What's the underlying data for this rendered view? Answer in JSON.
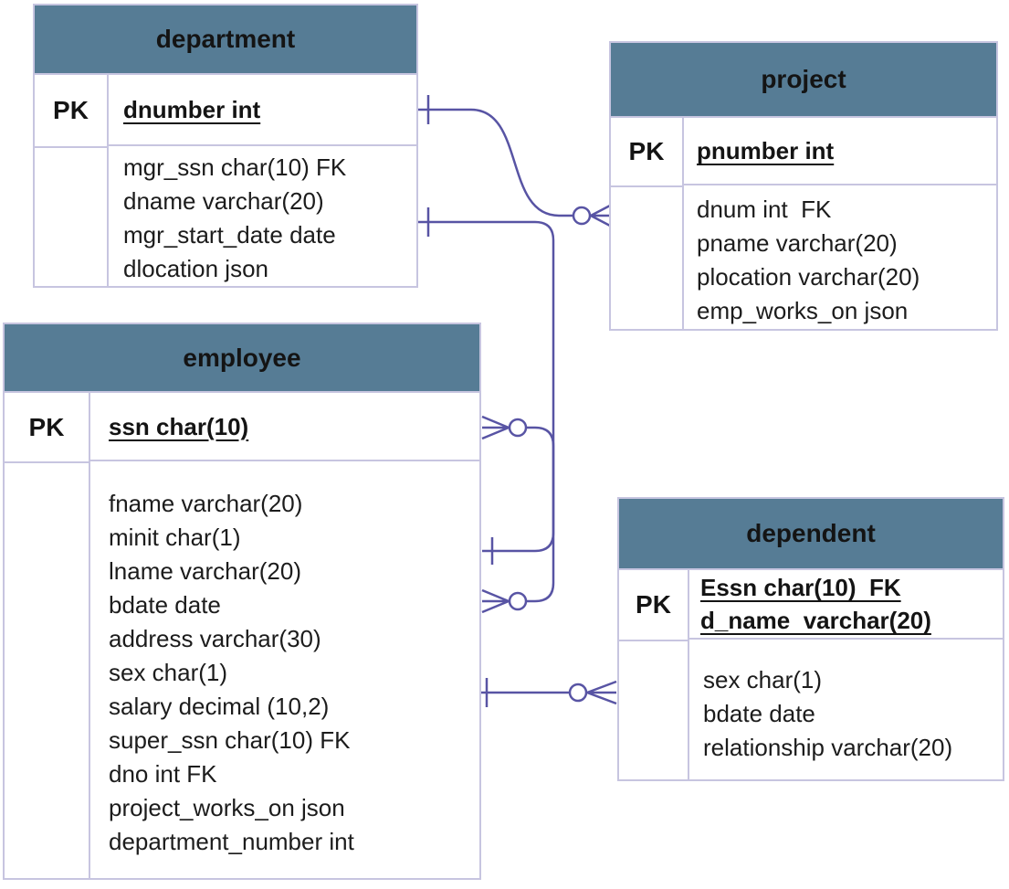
{
  "diagram": {
    "type": "entity-relationship",
    "notation": "crow's foot",
    "colors": {
      "header_fill": "#567c95",
      "table_border": "#c7c5e0",
      "connector": "#5854a4",
      "text": "#1c1c1c",
      "background": "#ffffff"
    },
    "tables": [
      {
        "name": "department",
        "pk_label": "PK",
        "pk_fields": [
          "dnumber int"
        ],
        "fields": [
          "mgr_ssn char(10) FK",
          "dname varchar(20)",
          "mgr_start_date date",
          "dlocation json"
        ]
      },
      {
        "name": "project",
        "pk_label": "PK",
        "pk_fields": [
          "pnumber int"
        ],
        "fields": [
          "dnum int  FK",
          "pname varchar(20)",
          "plocation varchar(20)",
          "emp_works_on json"
        ]
      },
      {
        "name": "employee",
        "pk_label": "PK",
        "pk_fields": [
          "ssn char(10)"
        ],
        "fields": [
          "fname varchar(20)",
          "minit char(1)",
          "lname varchar(20)",
          "bdate date",
          "address varchar(30)",
          "sex char(1)",
          "salary decimal (10,2)",
          "super_ssn char(10) FK",
          "dno int FK",
          "project_works_on json",
          "department_number int"
        ]
      },
      {
        "name": "dependent",
        "pk_label": "PK",
        "pk_fields": [
          "Essn char(10)  FK",
          "d_name  varchar(20)"
        ],
        "fields": [
          "sex char(1)",
          "bdate date",
          "relationship varchar(20)"
        ]
      }
    ],
    "relationships": [
      {
        "from": "department",
        "to": "project",
        "from_cardinality": "one",
        "to_cardinality": "zero-or-many"
      },
      {
        "from": "department",
        "to": "employee",
        "from_cardinality": "one",
        "to_cardinality": "zero-or-many"
      },
      {
        "from": "employee",
        "to": "employee",
        "from_cardinality": "one",
        "to_cardinality": "zero-or-many",
        "note": "self-reference"
      },
      {
        "from": "employee",
        "to": "dependent",
        "from_cardinality": "one",
        "to_cardinality": "zero-or-many"
      }
    ]
  }
}
